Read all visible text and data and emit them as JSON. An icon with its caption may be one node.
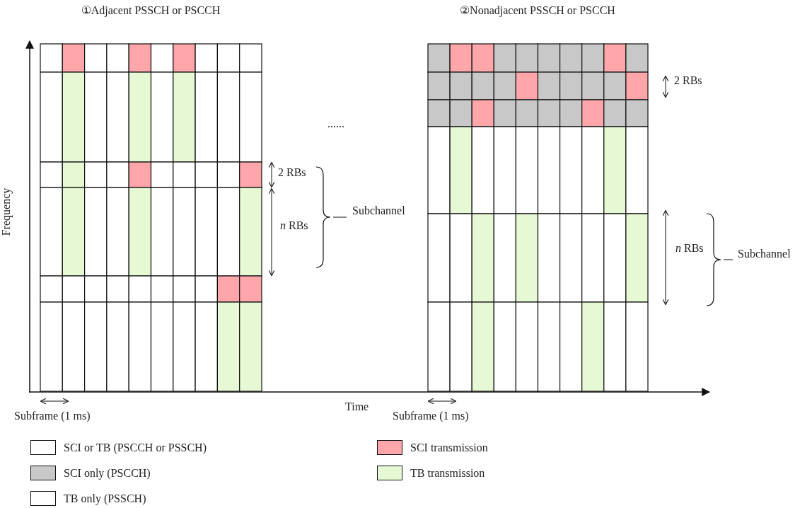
{
  "diagram": {
    "labels": [
      "①Adjacent PSSCH or PSCCH",
      "②Nonadjacent PSSCH or PSCCH",
      "......",
      "2 RBs",
      "*n* RBs",
      "Subchannel",
      "2 RBs",
      "*n* RBs",
      "Subchannel",
      "Frequency",
      "Time",
      "Subframe (1 ms)",
      "Subframe (1 ms)"
    ],
    "legend": [
      {
        "text": "SCI or TB (PSCCH or PSSCH)",
        "color": "#ffffff"
      },
      {
        "text": "SCI only (PSCCH)",
        "color": "#c8c8c8"
      },
      {
        "text": "TB only (PSSCH)",
        "color": "#ffffff"
      },
      {
        "text": "SCI transmission",
        "color": "#ffa6ab"
      },
      {
        "text": "TB transmission",
        "color": "#e6f8d4"
      }
    ]
  }
}
